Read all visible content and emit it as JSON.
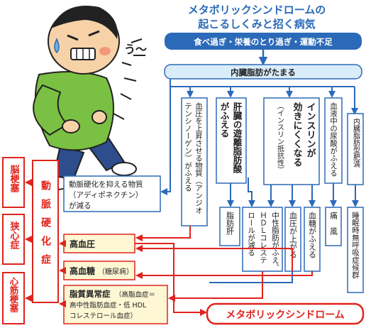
{
  "title": {
    "line1": "メタボリックシンドロームの",
    "line2": "起こるしくみと招く病気"
  },
  "cause": "食べ過ぎ・栄養のとり過ぎ・運動不足",
  "accumulation": "内臓脂肪がたまる",
  "columns": {
    "angiotensin": [
      "血圧を上昇させる物質（アンジオ",
      "テンシノーゲン）がふえる"
    ],
    "fatty_acid": [
      "肝臓の遊離脂肪酸",
      "がふえる"
    ],
    "insulin_main": [
      "インスリンが",
      "効きにくくなる"
    ],
    "insulin_sub": "（インスリン抵抗性）",
    "uric_acid": "血液中の尿酸がふえる",
    "visceral_obesity": "内臓脂肪型肥満"
  },
  "adiponectin": [
    "動脈硬化を抑える物質",
    "（アディポネクチン）",
    "が減る"
  ],
  "results": {
    "fatty_liver": "脂肪肝",
    "lipid": [
      "中性脂肪がふえ、",
      "ＨＤＬコレステ",
      "ロールが減る"
    ],
    "bp_up": "血圧が上がる",
    "sugar_up": "血糖がふえる",
    "gout": "痛　風",
    "sleep_apnea": "睡眠時無呼吸症候群"
  },
  "conditions": {
    "hypertension": "高血圧",
    "hyperglycemia": "高血糖",
    "hyperglycemia_note": "（糖尿病）",
    "dyslipidemia": "脂質異常症",
    "dyslipidemia_note": [
      "（高脂血症＝",
      "高中性脂肪血症・低 HDL",
      "コレステロール血症）"
    ]
  },
  "arteriosclerosis": "動脈硬化症",
  "diseases": {
    "cerebral": "脳梗塞",
    "angina": "狭心症",
    "myocardial": "心筋梗塞"
  },
  "metabolic_syndrome": "メタボリックシンドローム",
  "character_exclamation": "う〜",
  "colors": {
    "blue": "#2b6ab8",
    "light_blue": "#d9ecf9",
    "red": "#e0231c",
    "cream": "#fdf7d4",
    "green_shirt": "#7ac043",
    "navy_pants": "#2d4d8c"
  }
}
